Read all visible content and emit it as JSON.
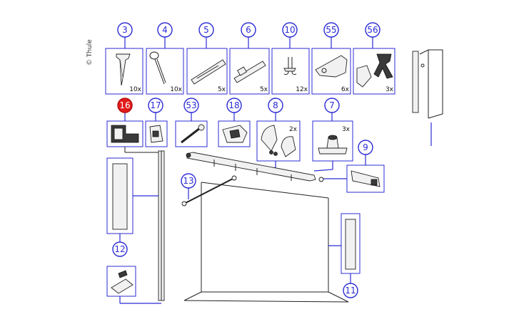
{
  "copyright": "© Thule",
  "highlight_color": "#e31b1b",
  "callout_color": "#2b2bd6",
  "callouts": {
    "c3": "3",
    "c4": "4",
    "c5": "5",
    "c6": "6",
    "c10": "10",
    "c55": "55",
    "c56": "56",
    "c16": "16",
    "c17": "17",
    "c53": "53",
    "c18": "18",
    "c8": "8",
    "c7": "7",
    "c9": "9",
    "c13": "13",
    "c12": "12",
    "c11": "11"
  },
  "highlighted_callout": "16",
  "quantities": {
    "q3": "10x",
    "q4": "10x",
    "q5": "5x",
    "q6": "5x",
    "q10": "12x",
    "q55": "6x",
    "q56": "3x",
    "q8": "2x",
    "q7": "3x"
  }
}
